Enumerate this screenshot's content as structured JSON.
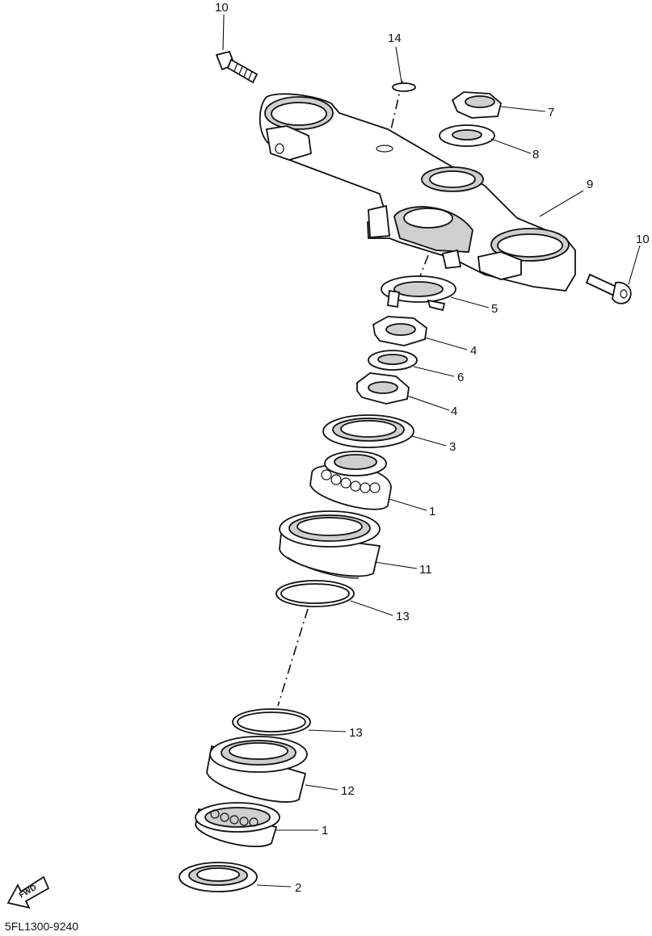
{
  "diagram": {
    "part_code": "5FL1300-9240",
    "fwd_label": "FWD",
    "callouts": [
      {
        "id": "c10a",
        "text": "10"
      },
      {
        "id": "c14",
        "text": "14"
      },
      {
        "id": "c7",
        "text": "7"
      },
      {
        "id": "c8",
        "text": "8"
      },
      {
        "id": "c9",
        "text": "9"
      },
      {
        "id": "c10b",
        "text": "10"
      },
      {
        "id": "c5",
        "text": "5"
      },
      {
        "id": "c4a",
        "text": "4"
      },
      {
        "id": "c6",
        "text": "6"
      },
      {
        "id": "c4b",
        "text": "4"
      },
      {
        "id": "c3",
        "text": "3"
      },
      {
        "id": "c1a",
        "text": "1"
      },
      {
        "id": "c11",
        "text": "11"
      },
      {
        "id": "c13a",
        "text": "13"
      },
      {
        "id": "c13b",
        "text": "13"
      },
      {
        "id": "c12",
        "text": "12"
      },
      {
        "id": "c1b",
        "text": "1"
      },
      {
        "id": "c2",
        "text": "2"
      }
    ]
  }
}
